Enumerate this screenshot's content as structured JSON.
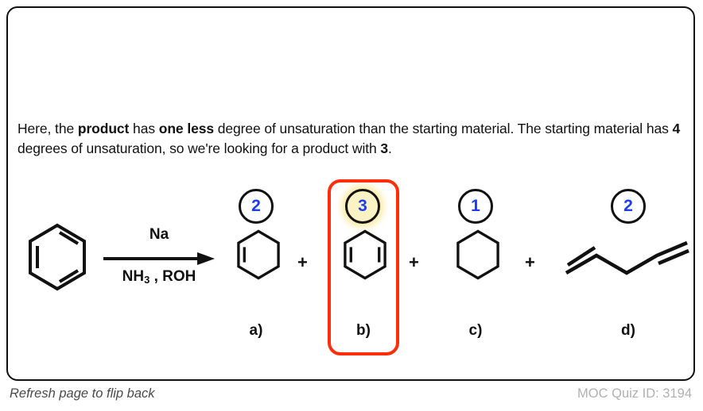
{
  "card": {
    "explanation": {
      "seg1": "Here, the ",
      "bold1": "product",
      "seg2": " has ",
      "bold2": "one less",
      "seg3": " degree of unsaturation than the starting material. The starting material has ",
      "bold3": "4",
      "seg4": " degrees of unsaturation, so we're looking for a product with ",
      "bold4": "3",
      "seg5": "."
    },
    "reaction": {
      "starting_material": "benzene",
      "reagent_above": "Na",
      "reagent_below_prefix": "NH",
      "reagent_below_sub": "3",
      "reagent_below_suffix": " , ROH",
      "arrow": "reaction-arrow",
      "plus_symbol": "+",
      "products": [
        {
          "letter": "a)",
          "badge": "2",
          "structure": "cyclohexene",
          "selected": false
        },
        {
          "letter": "b)",
          "badge": "3",
          "structure": "1,4-cyclohexadiene",
          "selected": true
        },
        {
          "letter": "c)",
          "badge": "1",
          "structure": "cyclohexane",
          "selected": false
        },
        {
          "letter": "d)",
          "badge": "2",
          "structure": "1,5-hexadiene",
          "selected": false
        }
      ]
    }
  },
  "footer": {
    "left": "Refresh page to flip back",
    "right": "MOC Quiz ID: 3194"
  },
  "colors": {
    "badge_number": "#1a3df0",
    "highlight_fill": "#fcf3c4",
    "answer_box": "#ff2d0a",
    "ink": "#111111",
    "footer_left": "#4a4a4a",
    "footer_right": "#b0b0b0"
  }
}
